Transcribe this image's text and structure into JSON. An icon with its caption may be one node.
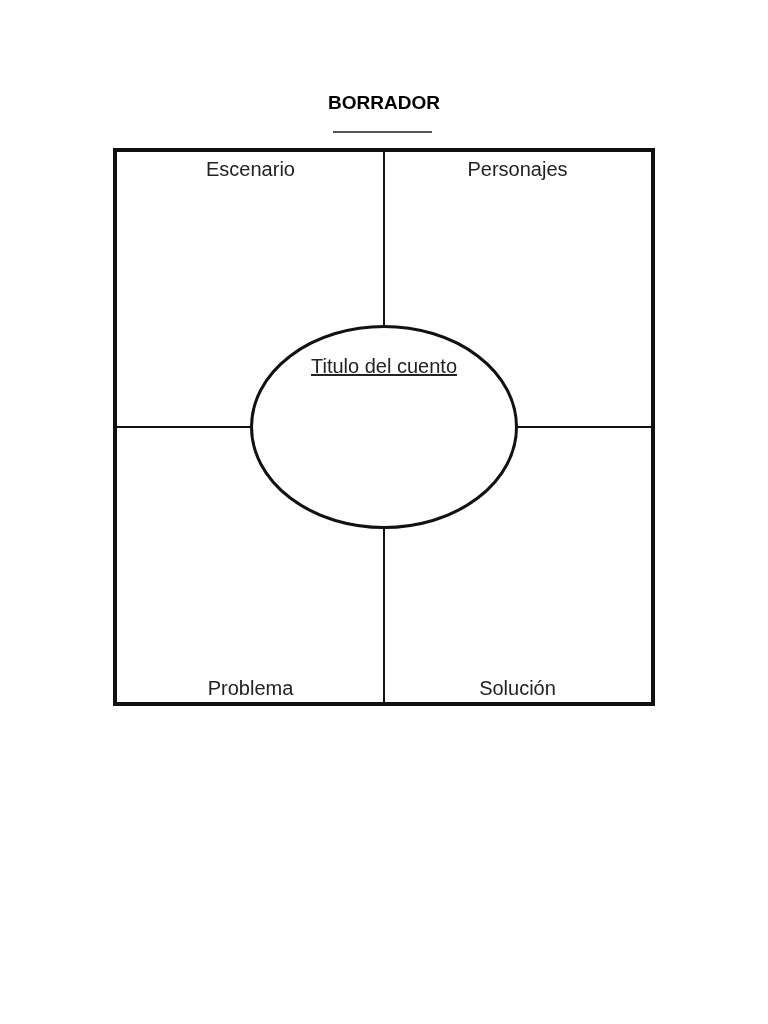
{
  "diagram": {
    "title": "BORRADOR",
    "nodes": [
      {
        "text": [
          "Escenario"
        ]
      },
      {
        "text": [
          "Personajes"
        ]
      },
      {
        "text": [
          "Titulo del cuento"
        ]
      },
      {
        "text": [
          "Problema"
        ]
      },
      {
        "text": [
          "Solución"
        ]
      }
    ]
  }
}
